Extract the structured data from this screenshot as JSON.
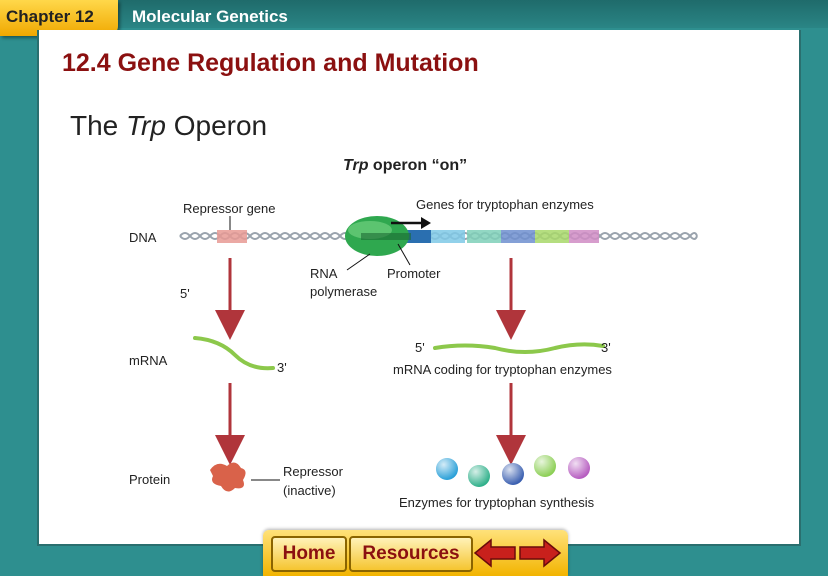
{
  "header": {
    "chapter_label": "Chapter 12",
    "chapter_title": "Molecular Genetics"
  },
  "slide": {
    "section_heading": "12.4 Gene Regulation and Mutation",
    "subtitle_pre": "The ",
    "subtitle_italic": "Trp",
    "subtitle_post": " Operon"
  },
  "diagram": {
    "title_italic": "Trp",
    "title_rest": " operon “on”",
    "labels": {
      "repressor_gene": "Repressor gene",
      "genes_enzymes": "Genes for tryptophan enzymes",
      "dna": "DNA",
      "rna": "RNA",
      "polymerase": "polymerase",
      "promoter": "Promoter",
      "five_prime_left": "5'",
      "mrna": "mRNA",
      "three_prime_left": "3'",
      "five_prime_right": "5'",
      "three_prime_right": "3'",
      "mrna_coding": "mRNA coding for tryptophan enzymes",
      "protein": "Protein",
      "repressor": "Repressor",
      "inactive": "(inactive)",
      "enzymes": "Enzymes for tryptophan synthesis"
    },
    "colors": {
      "dna_strand": "#9aa3ad",
      "repressor_gene": "#e89a94",
      "promoter": "#2a6fb0",
      "rna_polymerase": "#2fa84f",
      "gene_1": "#7fc9e6",
      "gene_2": "#7fd0b8",
      "gene_3": "#6f8fcf",
      "gene_4": "#a8d86a",
      "gene_5": "#d08cc4",
      "arrow": "#b0353b",
      "mrna": "#8cc84b",
      "repressor_protein": "#d9624a",
      "enzyme_1": "#2aa0d8",
      "enzyme_2": "#2fb08a",
      "enzyme_3": "#3a5fb0",
      "enzyme_4": "#8ccf55",
      "enzyme_5": "#b65cc0"
    }
  },
  "nav": {
    "home_label": "Home",
    "resources_label": "Resources",
    "back_icon": "back-arrow-icon",
    "forward_icon": "forward-arrow-icon"
  }
}
